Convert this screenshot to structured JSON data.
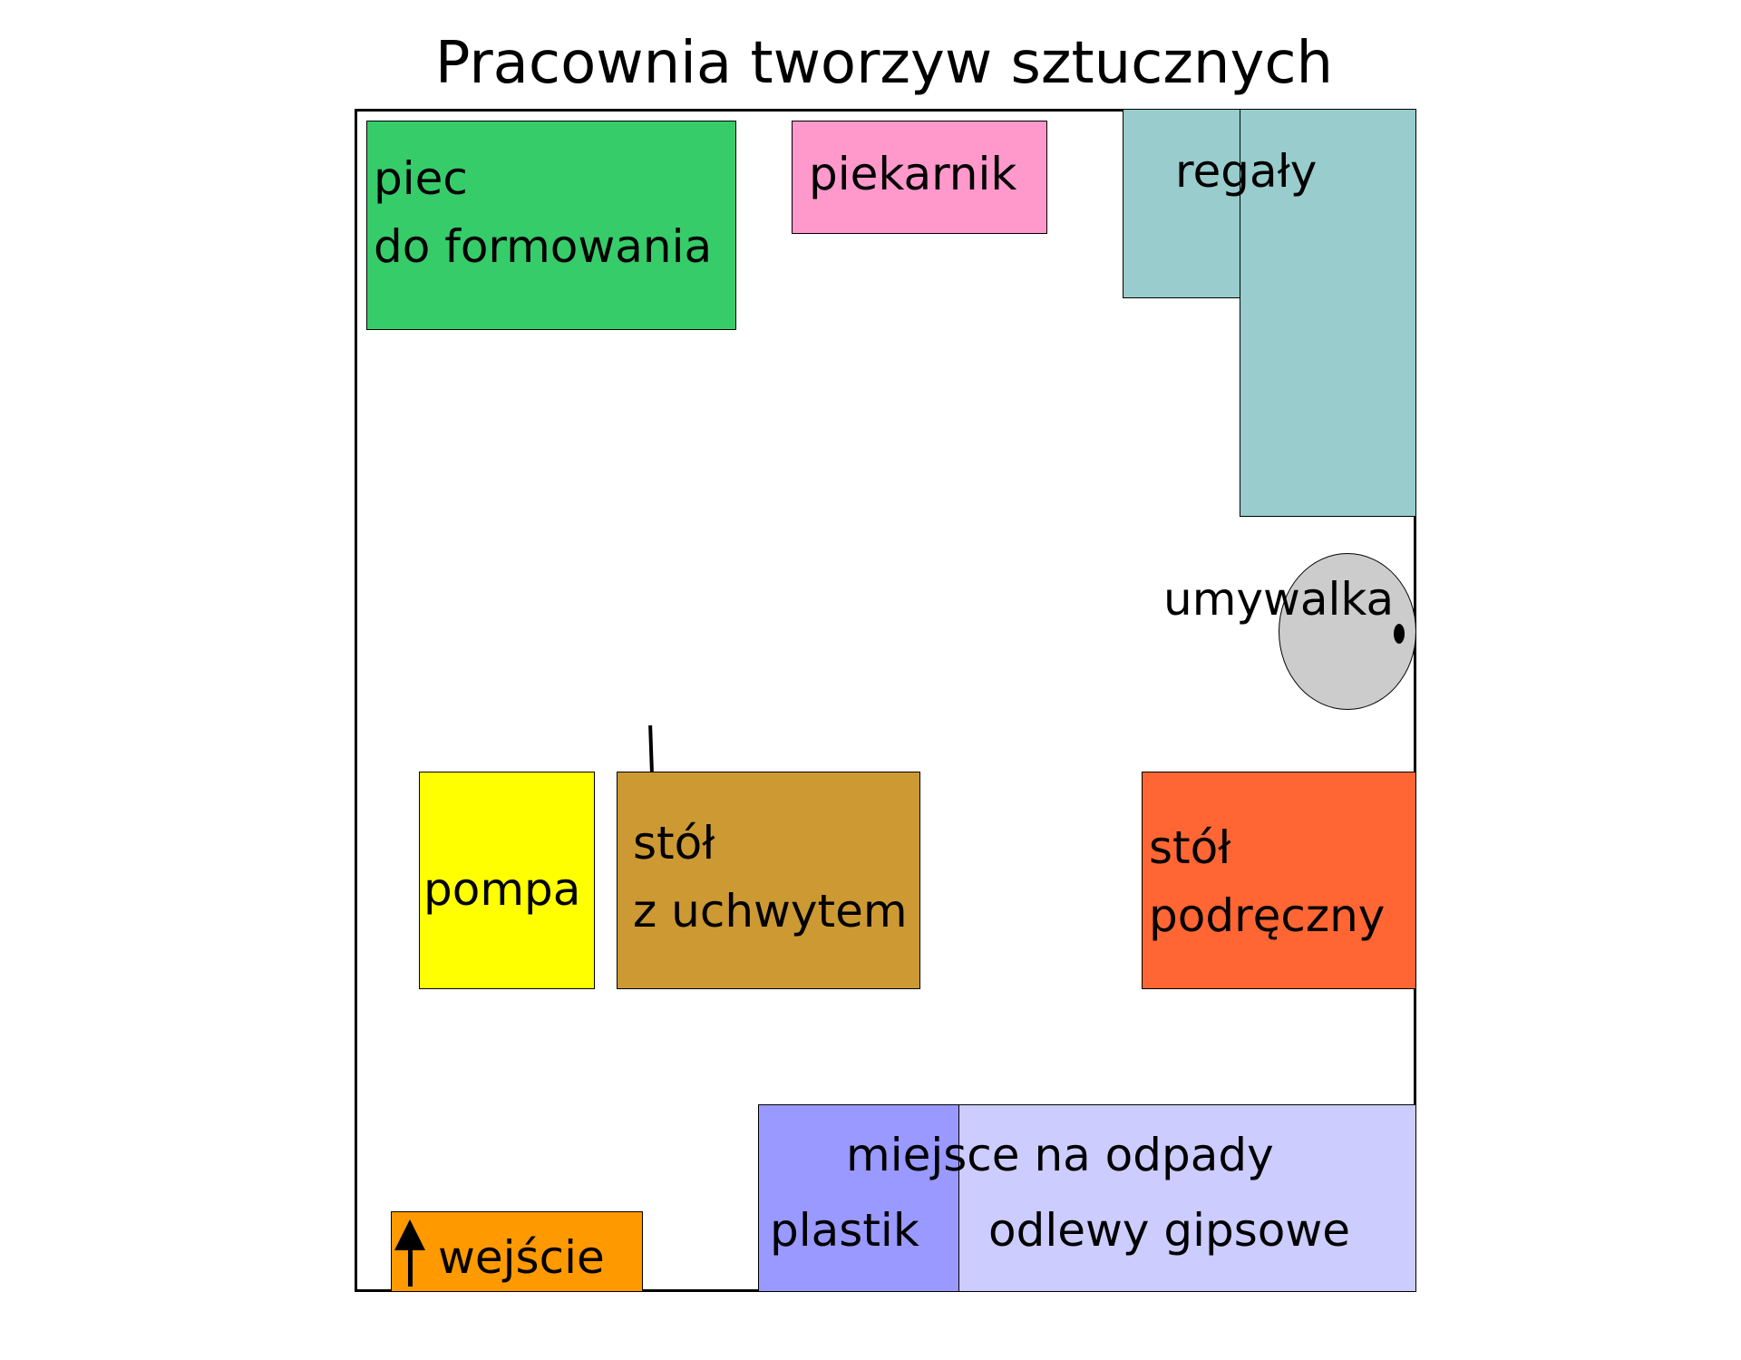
{
  "title": "Pracownia tworzyw sztucznych",
  "colors": {
    "oven": "#37cc6a",
    "baking_oven": "#ff99cc",
    "shelves": "#99cccc",
    "sink": "#cccccc",
    "pump": "#ffff00",
    "table_with_holder": "#cc9933",
    "side_table": "#ff6633",
    "waste_plastic": "#9999ff",
    "waste_gypsum": "#ccccff",
    "entrance": "#ff9900"
  },
  "labels": {
    "oven_line1": "piec",
    "oven_line2": "do formowania",
    "baking_oven": "piekarnik",
    "shelves": "regały",
    "sink": "umywalka",
    "pump": "pompa",
    "table_line1": "stół",
    "table_line2": "z uchwytem",
    "side_table_line1": "stół",
    "side_table_line2": "podręczny",
    "waste_area": "miejsce na odpady",
    "waste_plastic": "plastik",
    "waste_gypsum": "odlewy gipsowe",
    "entrance": "wejście"
  }
}
